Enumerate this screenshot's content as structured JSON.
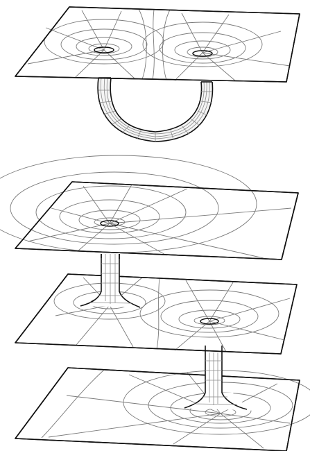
{
  "figure": {
    "panels": [
      {
        "name": "top-panel",
        "description_tag": "single-sheet-with-handle",
        "wells": 2,
        "connections": [
          "handle"
        ]
      },
      {
        "name": "bottom-panel",
        "description_tag": "three-stacked-sheets",
        "sheets": 3,
        "connections": [
          "tube-sheet1-sheet2",
          "tube-sheet2-sheet3"
        ]
      }
    ],
    "colors": {
      "outline": "#111111",
      "grid": "#7a7a7a",
      "background": "#ffffff"
    }
  }
}
